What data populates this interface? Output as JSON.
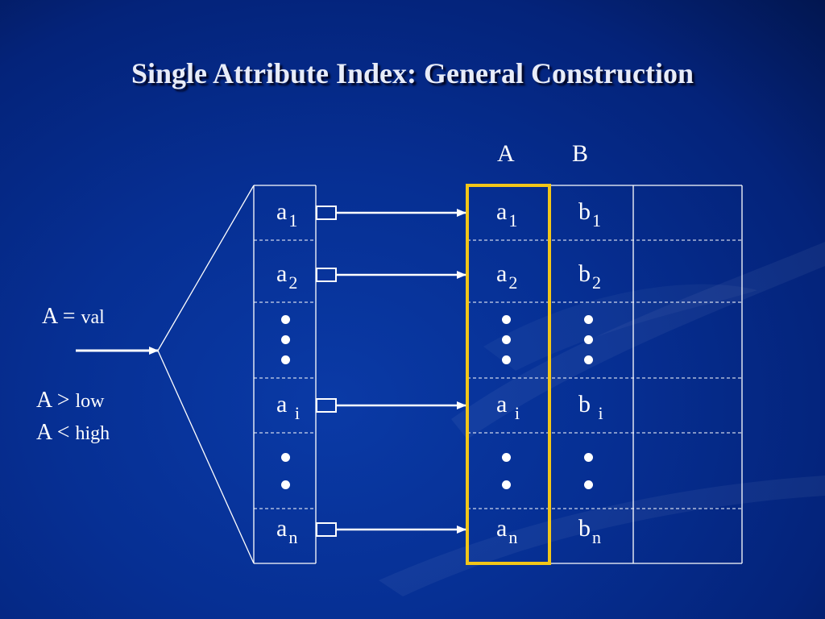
{
  "title": "Single Attribute Index: General Construction",
  "query": {
    "equality": {
      "attr": "A",
      "op": "=",
      "value": "val"
    },
    "range": [
      {
        "attr": "A",
        "op": ">",
        "value": "low"
      },
      {
        "attr": "A",
        "op": "<",
        "value": "high"
      }
    ]
  },
  "index": {
    "entries": [
      {
        "base": "a",
        "sub": "1"
      },
      {
        "base": "a",
        "sub": "2"
      },
      {
        "base": "a",
        "sub": "i"
      },
      {
        "base": "a",
        "sub": "n"
      }
    ]
  },
  "table": {
    "columns": [
      "A",
      "B"
    ],
    "rows": [
      {
        "a": {
          "base": "a",
          "sub": "1"
        },
        "b": {
          "base": "b",
          "sub": "1"
        }
      },
      {
        "a": {
          "base": "a",
          "sub": "2"
        },
        "b": {
          "base": "b",
          "sub": "2"
        }
      },
      {
        "a": {
          "base": "a",
          "sub": "i"
        },
        "b": {
          "base": "b",
          "sub": "i"
        }
      },
      {
        "a": {
          "base": "a",
          "sub": "n"
        },
        "b": {
          "base": "b",
          "sub": "n"
        }
      }
    ]
  },
  "colors": {
    "background": "#062f93",
    "highlight": "#f2c619",
    "ink": "#ffffff"
  }
}
